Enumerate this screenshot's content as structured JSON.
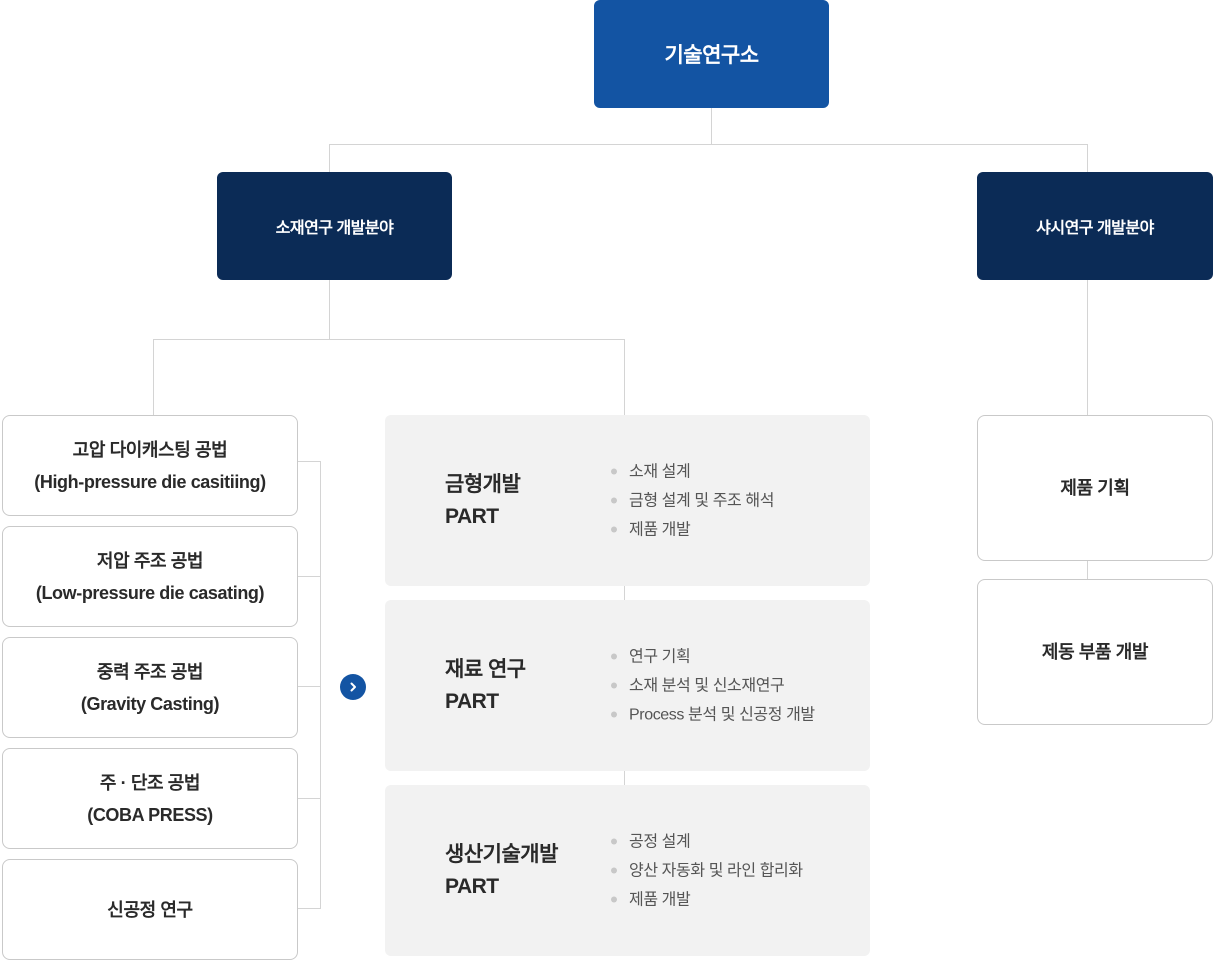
{
  "top": {
    "label": "기술연구소"
  },
  "branches": {
    "material": {
      "label": "소재연구 개발분야"
    },
    "chassis": {
      "label": "샤시연구 개발분야"
    }
  },
  "methods": [
    {
      "name": "고압 다이캐스팅 공법",
      "sub": "(High-pressure die casitiing)"
    },
    {
      "name": "저압 주조 공법",
      "sub": "(Low-pressure die casating)"
    },
    {
      "name": "중력 주조 공법",
      "sub": "(Gravity Casting)"
    },
    {
      "name": "주 · 단조 공법",
      "sub": "(COBA PRESS)"
    },
    {
      "name": "신공정 연구",
      "sub": ""
    }
  ],
  "parts": [
    {
      "title": "금형개발",
      "suffix": "PART",
      "items": [
        "소재 설계",
        "금형 설계 및 주조 해석",
        "제품 개발"
      ]
    },
    {
      "title": "재료 연구",
      "suffix": "PART",
      "items": [
        "연구 기획",
        "소재 분석 및 신소재연구",
        "Process 분석 및 신공정 개발"
      ]
    },
    {
      "title": "생산기술개발",
      "suffix": "PART",
      "items": [
        "공정 설계",
        "양산 자동화 및 라인 합리화",
        "제품 개발"
      ]
    }
  ],
  "chassis_items": [
    {
      "label": "제품 기획"
    },
    {
      "label": "제동 부품 개발"
    }
  ],
  "icons": {
    "arrow": "chevron-right-icon"
  },
  "colors": {
    "top": "#1354a3",
    "branch": "#0b2b56",
    "part_bg": "#f2f2f2",
    "line": "#d4d4d4"
  }
}
